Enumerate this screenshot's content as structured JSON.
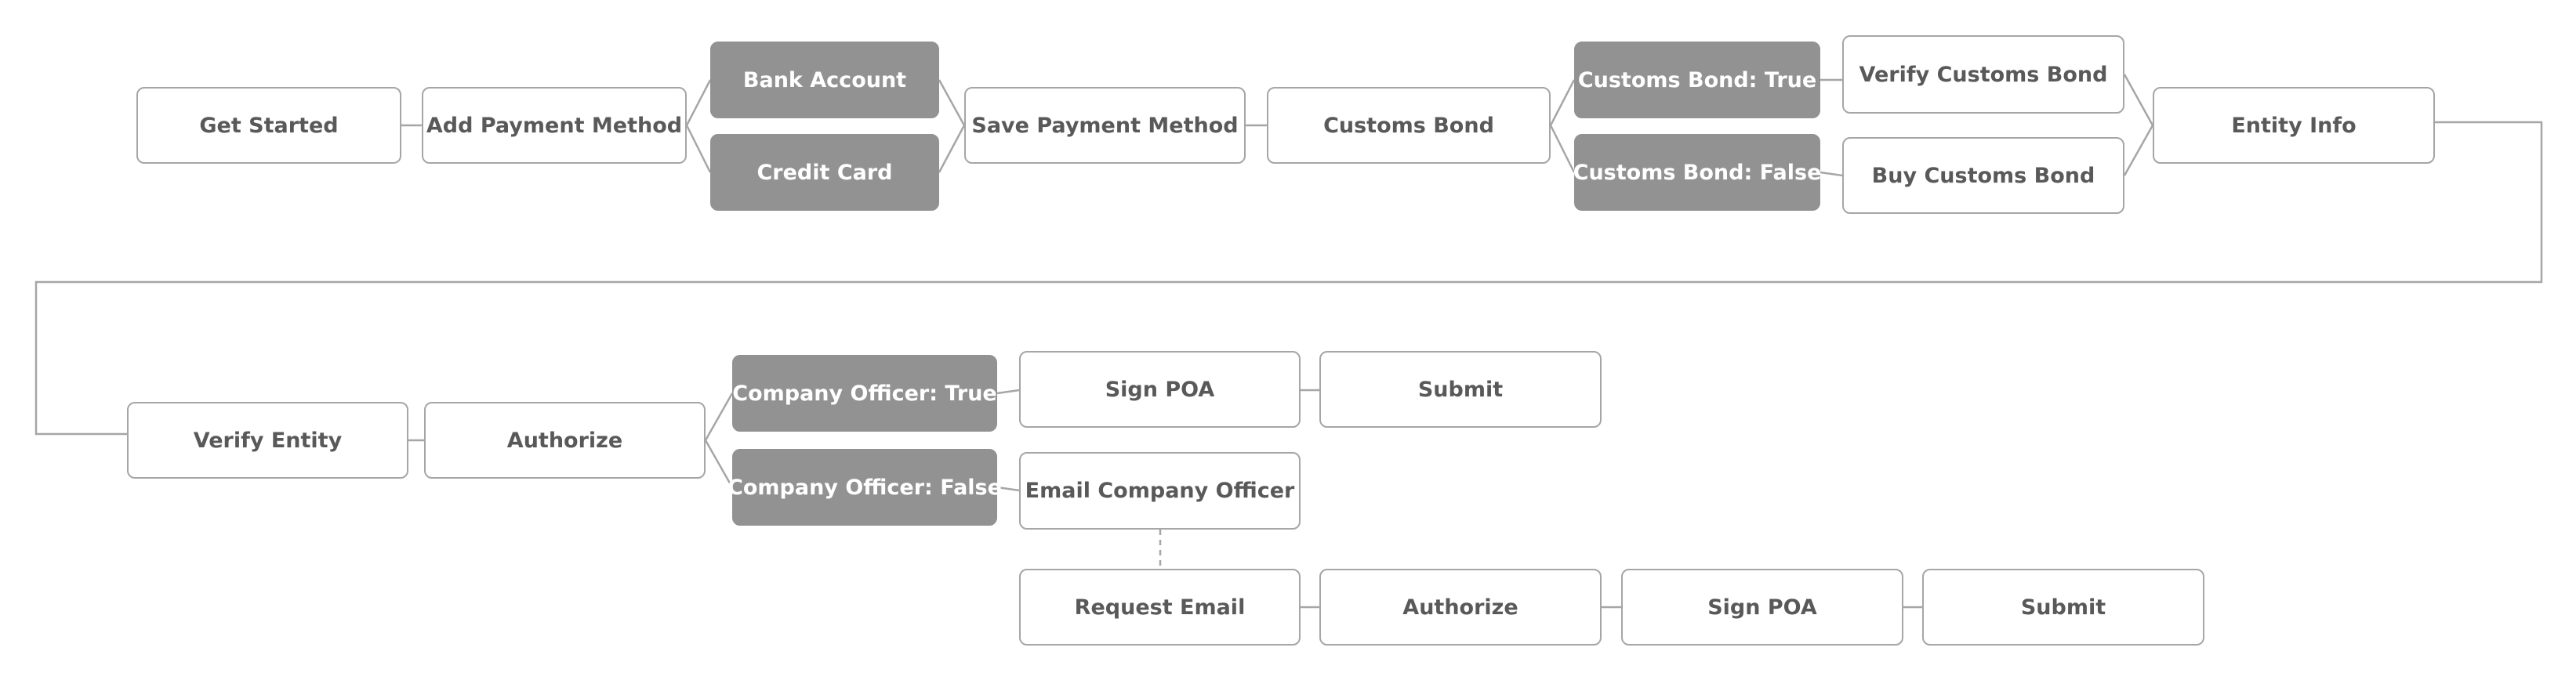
{
  "nodes": {
    "get_started": "Get Started",
    "add_payment_method": "Add Payment Method",
    "bank_account": "Bank Account",
    "credit_card": "Credit Card",
    "save_payment_method": "Save Payment Method",
    "customs_bond": "Customs Bond",
    "customs_bond_true": "Customs Bond: True",
    "customs_bond_false": "Customs Bond: False",
    "verify_customs_bond": "Verify Customs Bond",
    "buy_customs_bond": "Buy Customs Bond",
    "entity_info": "Entity Info",
    "verify_entity": "Verify Entity",
    "authorize": "Authorize",
    "company_officer_true": "Company Officer: True",
    "company_officer_false": "Company Officer: False",
    "sign_poa": "Sign POA",
    "submit": "Submit",
    "email_company_officer": "Email Company Officer",
    "request_email": "Request Email",
    "authorize_2": "Authorize",
    "sign_poa_2": "Sign POA",
    "submit_2": "Submit"
  },
  "colors": {
    "connector": "#a6a6a6",
    "step_border": "#a6a6a6",
    "step_text": "#595959",
    "condition_fill": "#929292",
    "condition_text": "#ffffff"
  }
}
